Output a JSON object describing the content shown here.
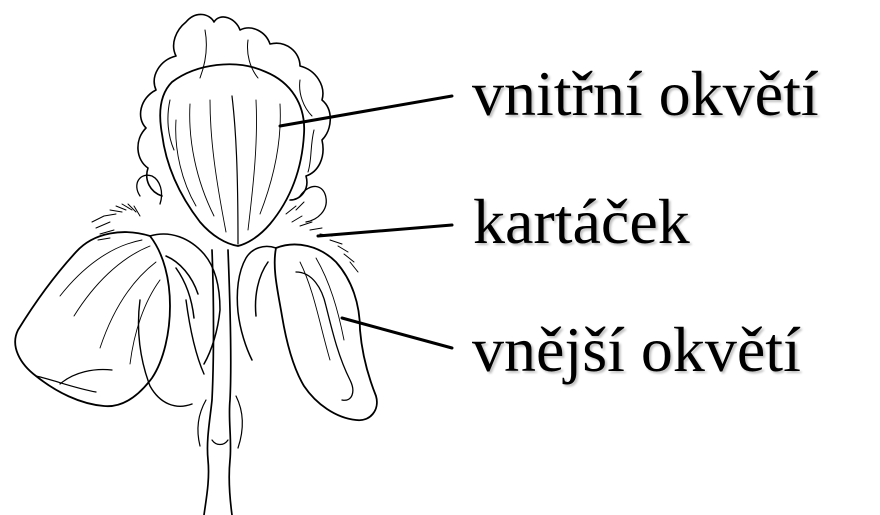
{
  "labels": {
    "inner_perianth": "vnitřní okvětí",
    "brush": "kartáček",
    "outer_perianth": "vnější okvětí"
  },
  "colors": {
    "ink": "#000000",
    "paper": "#ffffff"
  }
}
